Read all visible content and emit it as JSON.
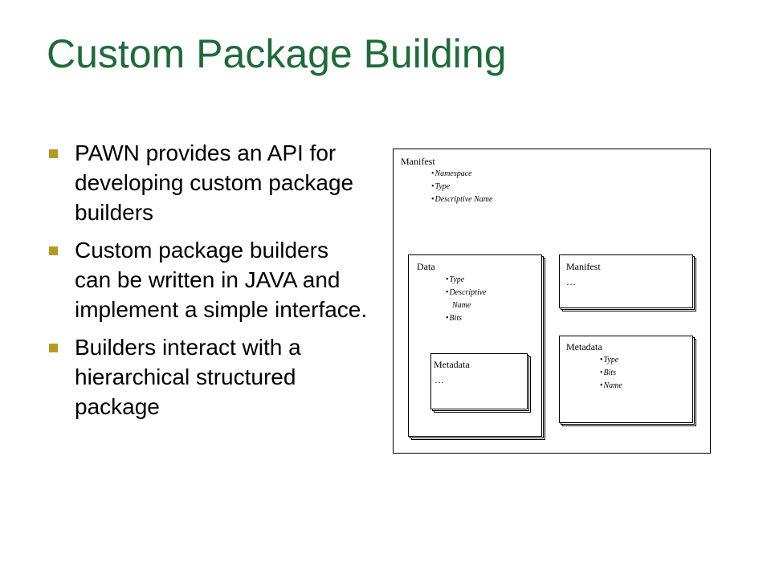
{
  "title": "Custom Package Building",
  "bullets": [
    "PAWN provides an API for developing custom package builders",
    "Custom package builders can be written in JAVA and implement a simple interface.",
    "Builders interact with a hierarchical structured package"
  ],
  "colors": {
    "title": "#1e6b3a",
    "bullet_marker": "#b59a22"
  },
  "diagram": {
    "root": {
      "label": "Manifest",
      "items": [
        "Namespace",
        "Type",
        "Descriptive Name"
      ]
    },
    "data_box": {
      "label": "Data",
      "items": [
        "Type",
        "Descriptive",
        "Name",
        "Bits"
      ]
    },
    "data_metadata": {
      "label": "Metadata",
      "ellipsis": "…"
    },
    "manifest_box": {
      "label": "Manifest",
      "ellipsis": "…"
    },
    "metadata_box": {
      "label": "Metadata",
      "items": [
        "Type",
        "Bits",
        "Name"
      ]
    }
  }
}
